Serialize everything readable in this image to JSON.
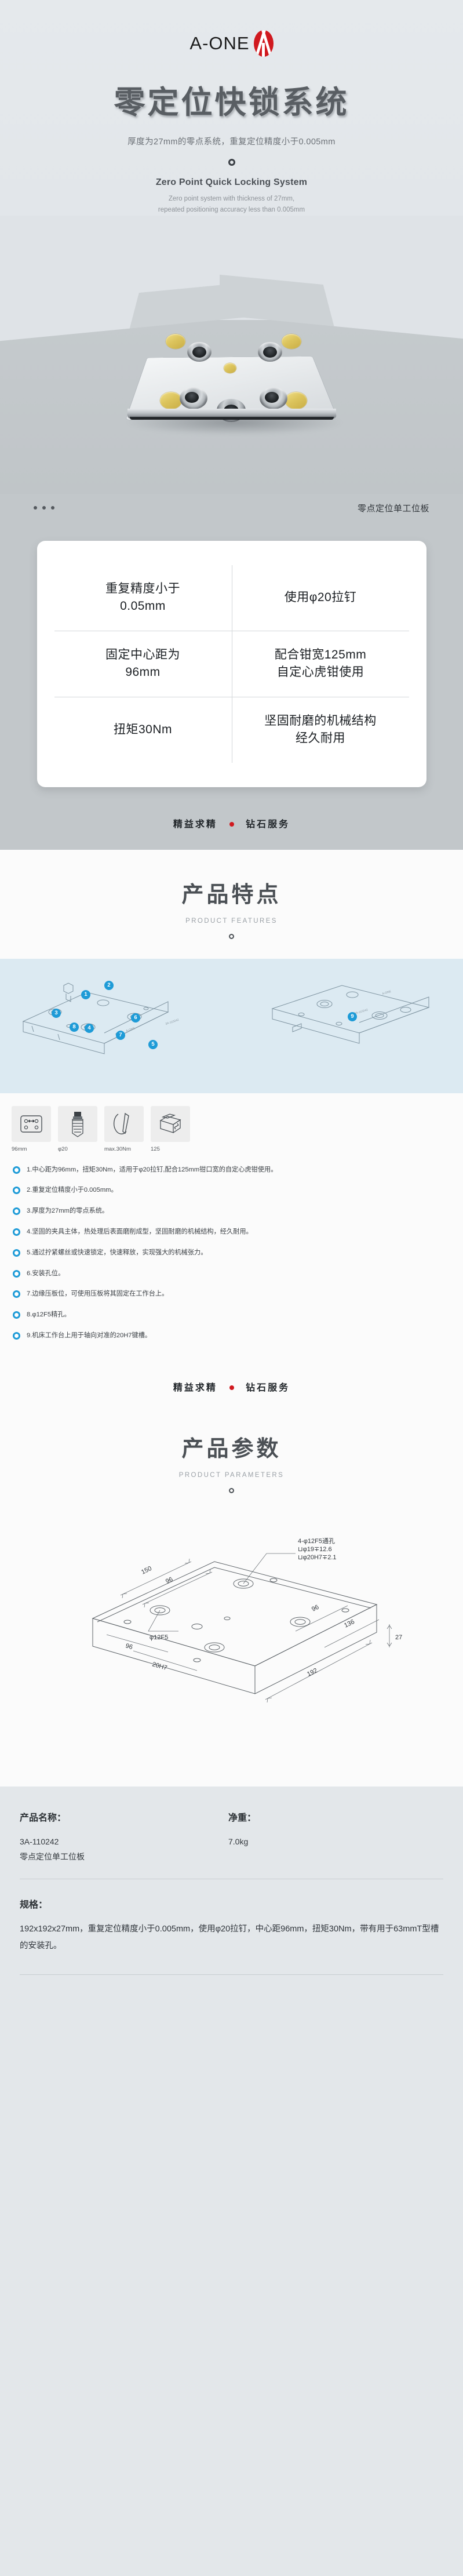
{
  "brand": {
    "name": "A-ONE",
    "logo_icon": "a-one-logo-icon"
  },
  "hero": {
    "title": "零定位快锁系统",
    "subtitle": "厚度为27mm的零点系统，重复定位精度小于0.005mm",
    "en_title": "Zero Point Quick Locking System",
    "en_sub_line1": "Zero point system with thickness of 27mm,",
    "en_sub_line2": "repeated positioning accuracy less than 0.005mm"
  },
  "photo": {
    "caption": "零点定位单工位板",
    "dots_icon": "three-dots-icon"
  },
  "spec_card": {
    "cells": [
      "重复精度小于0.05mm",
      "使用φ20拉钉",
      "固定中心距为96mm",
      "配合钳宽125mm自定心虎钳使用",
      "扭矩30Nm",
      "坚固耐磨的机械结构经久耐用"
    ],
    "cells_lines": [
      [
        "重复精度小于",
        "0.05mm"
      ],
      [
        "使用φ20拉钉"
      ],
      [
        "固定中心距为",
        "96mm"
      ],
      [
        "配合钳宽125mm",
        "自定心虎钳使用"
      ],
      [
        "扭矩30Nm"
      ],
      [
        "坚固耐磨的机械结构",
        "经久耐用"
      ]
    ]
  },
  "slogan": {
    "left": "精益求精",
    "right": "钻石服务",
    "dot_color": "#d0191f"
  },
  "features": {
    "title": "产品特点",
    "subtitle": "PRODUCT FEATURES",
    "diagram_badges": [
      "1",
      "2",
      "3",
      "4",
      "5",
      "6",
      "7",
      "8",
      "9"
    ],
    "icons": [
      {
        "name": "center-distance-icon",
        "caption": "96mm"
      },
      {
        "name": "pull-stud-icon",
        "caption": "φ20"
      },
      {
        "name": "torque-wrench-icon",
        "caption": "max.30Nm"
      },
      {
        "name": "vise-icon",
        "caption": "125"
      }
    ],
    "list": [
      "1.中心距为96mm，扭矩30Nm，适用于φ20拉钉,配合125mm钳口宽的自定心虎钳使用。",
      "2.重复定位精度小于0.005mm。",
      "3.厚度为27mm的零点系统。",
      "4.坚固的夹具主体，热处理后表面磨削成型，坚固耐磨的机械结构，经久耐用。",
      "5.通过拧紧螺丝或快速锁定，快速释放，实现强大的机械张力。",
      "6.安装孔位。",
      "7.边缘压板位，可使用压板将其固定在工作台上。",
      "8.φ12F5精孔。",
      "9.机床工作台上用于轴向对准的20H7键槽。"
    ]
  },
  "parameters": {
    "title": "产品参数",
    "subtitle": "PRODUCT PARAMETERS",
    "drawing_labels": {
      "callout_line1": "4-φ12F5通孔",
      "callout_line2": "⊔φ19∓12.6",
      "callout_line3": "⊔φ20H7∓2.1",
      "top_150": "150",
      "top_96": "96",
      "phi12f5": "φ12F5",
      "right_96": "96",
      "right_136": "136",
      "height_27": "27",
      "left_96": "96",
      "left_20h7": "20H7",
      "bottom_192": "192"
    }
  },
  "tail": {
    "product_name_label": "产品名称：",
    "product_code": "3A-110242",
    "product_name": "零点定位单工位板",
    "weight_label": "净重：",
    "weight_value": "7.0kg",
    "spec_label": "规格：",
    "spec_text": "192x192x27mm，重复定位精度小于0.005mm，使用φ20拉钉，中心距96mm，扭矩30Nm，带有用于63mmT型槽的安装孔。"
  }
}
